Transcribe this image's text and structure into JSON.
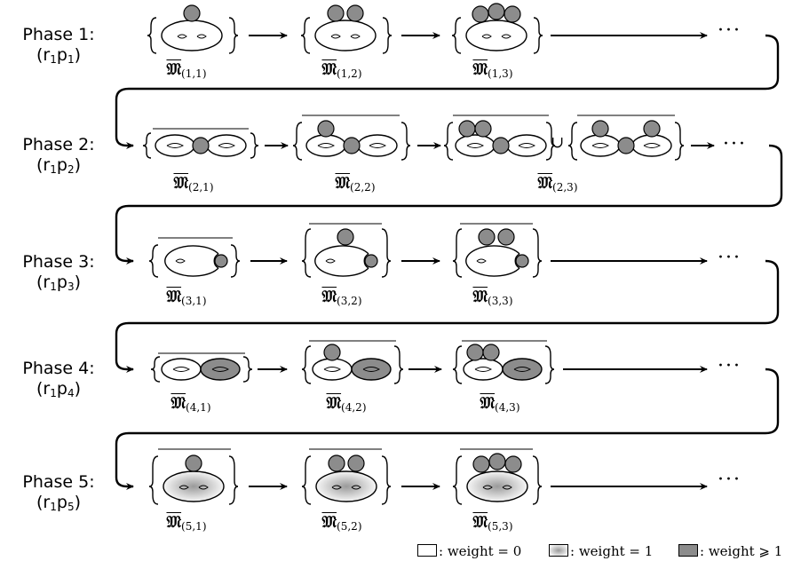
{
  "phases": [
    {
      "label": "Phase 1:",
      "sub_base": "(r",
      "sub_r": "1",
      "sub_mid": "p",
      "sub_p": "1",
      "sub_end": ")",
      "captions": [
        {
          "sym": "𝔐",
          "idx": "(1,1)"
        },
        {
          "sym": "𝔐",
          "idx": "(1,2)"
        },
        {
          "sym": "𝔐",
          "idx": "(1,3)"
        }
      ]
    },
    {
      "label": "Phase 2:",
      "sub_base": "(r",
      "sub_r": "1",
      "sub_mid": "p",
      "sub_p": "2",
      "sub_end": ")",
      "captions": [
        {
          "sym": "𝔐",
          "idx": "(2,1)"
        },
        {
          "sym": "𝔐",
          "idx": "(2,2)"
        },
        {
          "sym": "𝔐",
          "idx": "(2,3)"
        }
      ]
    },
    {
      "label": "Phase 3:",
      "sub_base": "(r",
      "sub_r": "1",
      "sub_mid": "p",
      "sub_p": "3",
      "sub_end": ")",
      "captions": [
        {
          "sym": "𝔐",
          "idx": "(3,1)"
        },
        {
          "sym": "𝔐",
          "idx": "(3,2)"
        },
        {
          "sym": "𝔐",
          "idx": "(3,3)"
        }
      ]
    },
    {
      "label": "Phase 4:",
      "sub_base": "(r",
      "sub_r": "1",
      "sub_mid": "p",
      "sub_p": "4",
      "sub_end": ")",
      "captions": [
        {
          "sym": "𝔐",
          "idx": "(4,1)"
        },
        {
          "sym": "𝔐",
          "idx": "(4,2)"
        },
        {
          "sym": "𝔐",
          "idx": "(4,3)"
        }
      ]
    },
    {
      "label": "Phase 5:",
      "sub_base": "(r",
      "sub_r": "1",
      "sub_mid": "p",
      "sub_p": "5",
      "sub_end": ")",
      "captions": [
        {
          "sym": "𝔐",
          "idx": "(5,1)"
        },
        {
          "sym": "𝔐",
          "idx": "(5,2)"
        },
        {
          "sym": "𝔐",
          "idx": "(5,3)"
        }
      ]
    }
  ],
  "ellipsis": "···",
  "union_symbol": "∪",
  "legend": {
    "zero": ": weight = 0",
    "one": ": weight = 1",
    "more": ": weight ⩾ 1"
  },
  "colors": {
    "fill_heavy": "#8c8c8c",
    "fill_light_center": "#9a9a9a",
    "fill_light_edge": "#ffffff",
    "line": "#000000"
  }
}
